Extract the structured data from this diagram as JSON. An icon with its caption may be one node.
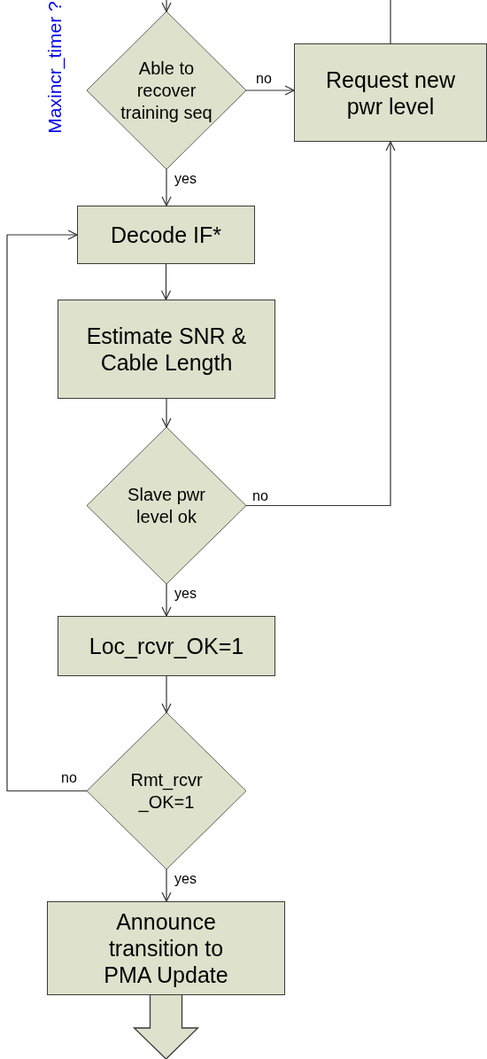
{
  "diagram": {
    "nodes": [
      {
        "text": [
          "Able to recover training seq"
        ]
      },
      {
        "text": [
          "Request new pwr level"
        ]
      },
      {
        "text": [
          "Decode IF*"
        ]
      },
      {
        "text": [
          "Estimate SNR & Cable Length"
        ]
      },
      {
        "text": [
          "Slave pwr level ok"
        ]
      },
      {
        "text": [
          "Loc_rcvr_OK=1"
        ]
      },
      {
        "text": [
          "Rmt_rcvr _OK=1"
        ]
      },
      {
        "text": [
          "Announce transition to PMA Update"
        ]
      }
    ],
    "edges": [
      {
        "from": null,
        "to": 0,
        "arrow": "to"
      },
      {
        "from": 1,
        "to": null,
        "arrow": "none"
      },
      {
        "from": 0,
        "to": 1,
        "arrow": "to",
        "label": "no"
      },
      {
        "from": 0,
        "to": 2,
        "arrow": "to",
        "label": "yes"
      },
      {
        "from": 2,
        "to": 3,
        "arrow": "to"
      },
      {
        "from": 3,
        "to": 4,
        "arrow": "to"
      },
      {
        "from": 4,
        "to": 1,
        "arrow": "to",
        "label": "no"
      },
      {
        "from": 4,
        "to": 5,
        "arrow": "to",
        "label": "yes"
      },
      {
        "from": 5,
        "to": 6,
        "arrow": "to"
      },
      {
        "from": 6,
        "to": 2,
        "arrow": "to",
        "label": "no"
      },
      {
        "from": 6,
        "to": 7,
        "arrow": "to",
        "label": "yes"
      },
      {
        "from": 7,
        "to": null,
        "arrow": "to",
        "style": "thick"
      }
    ],
    "labels": [
      "Maxincr_timer ?"
    ]
  }
}
